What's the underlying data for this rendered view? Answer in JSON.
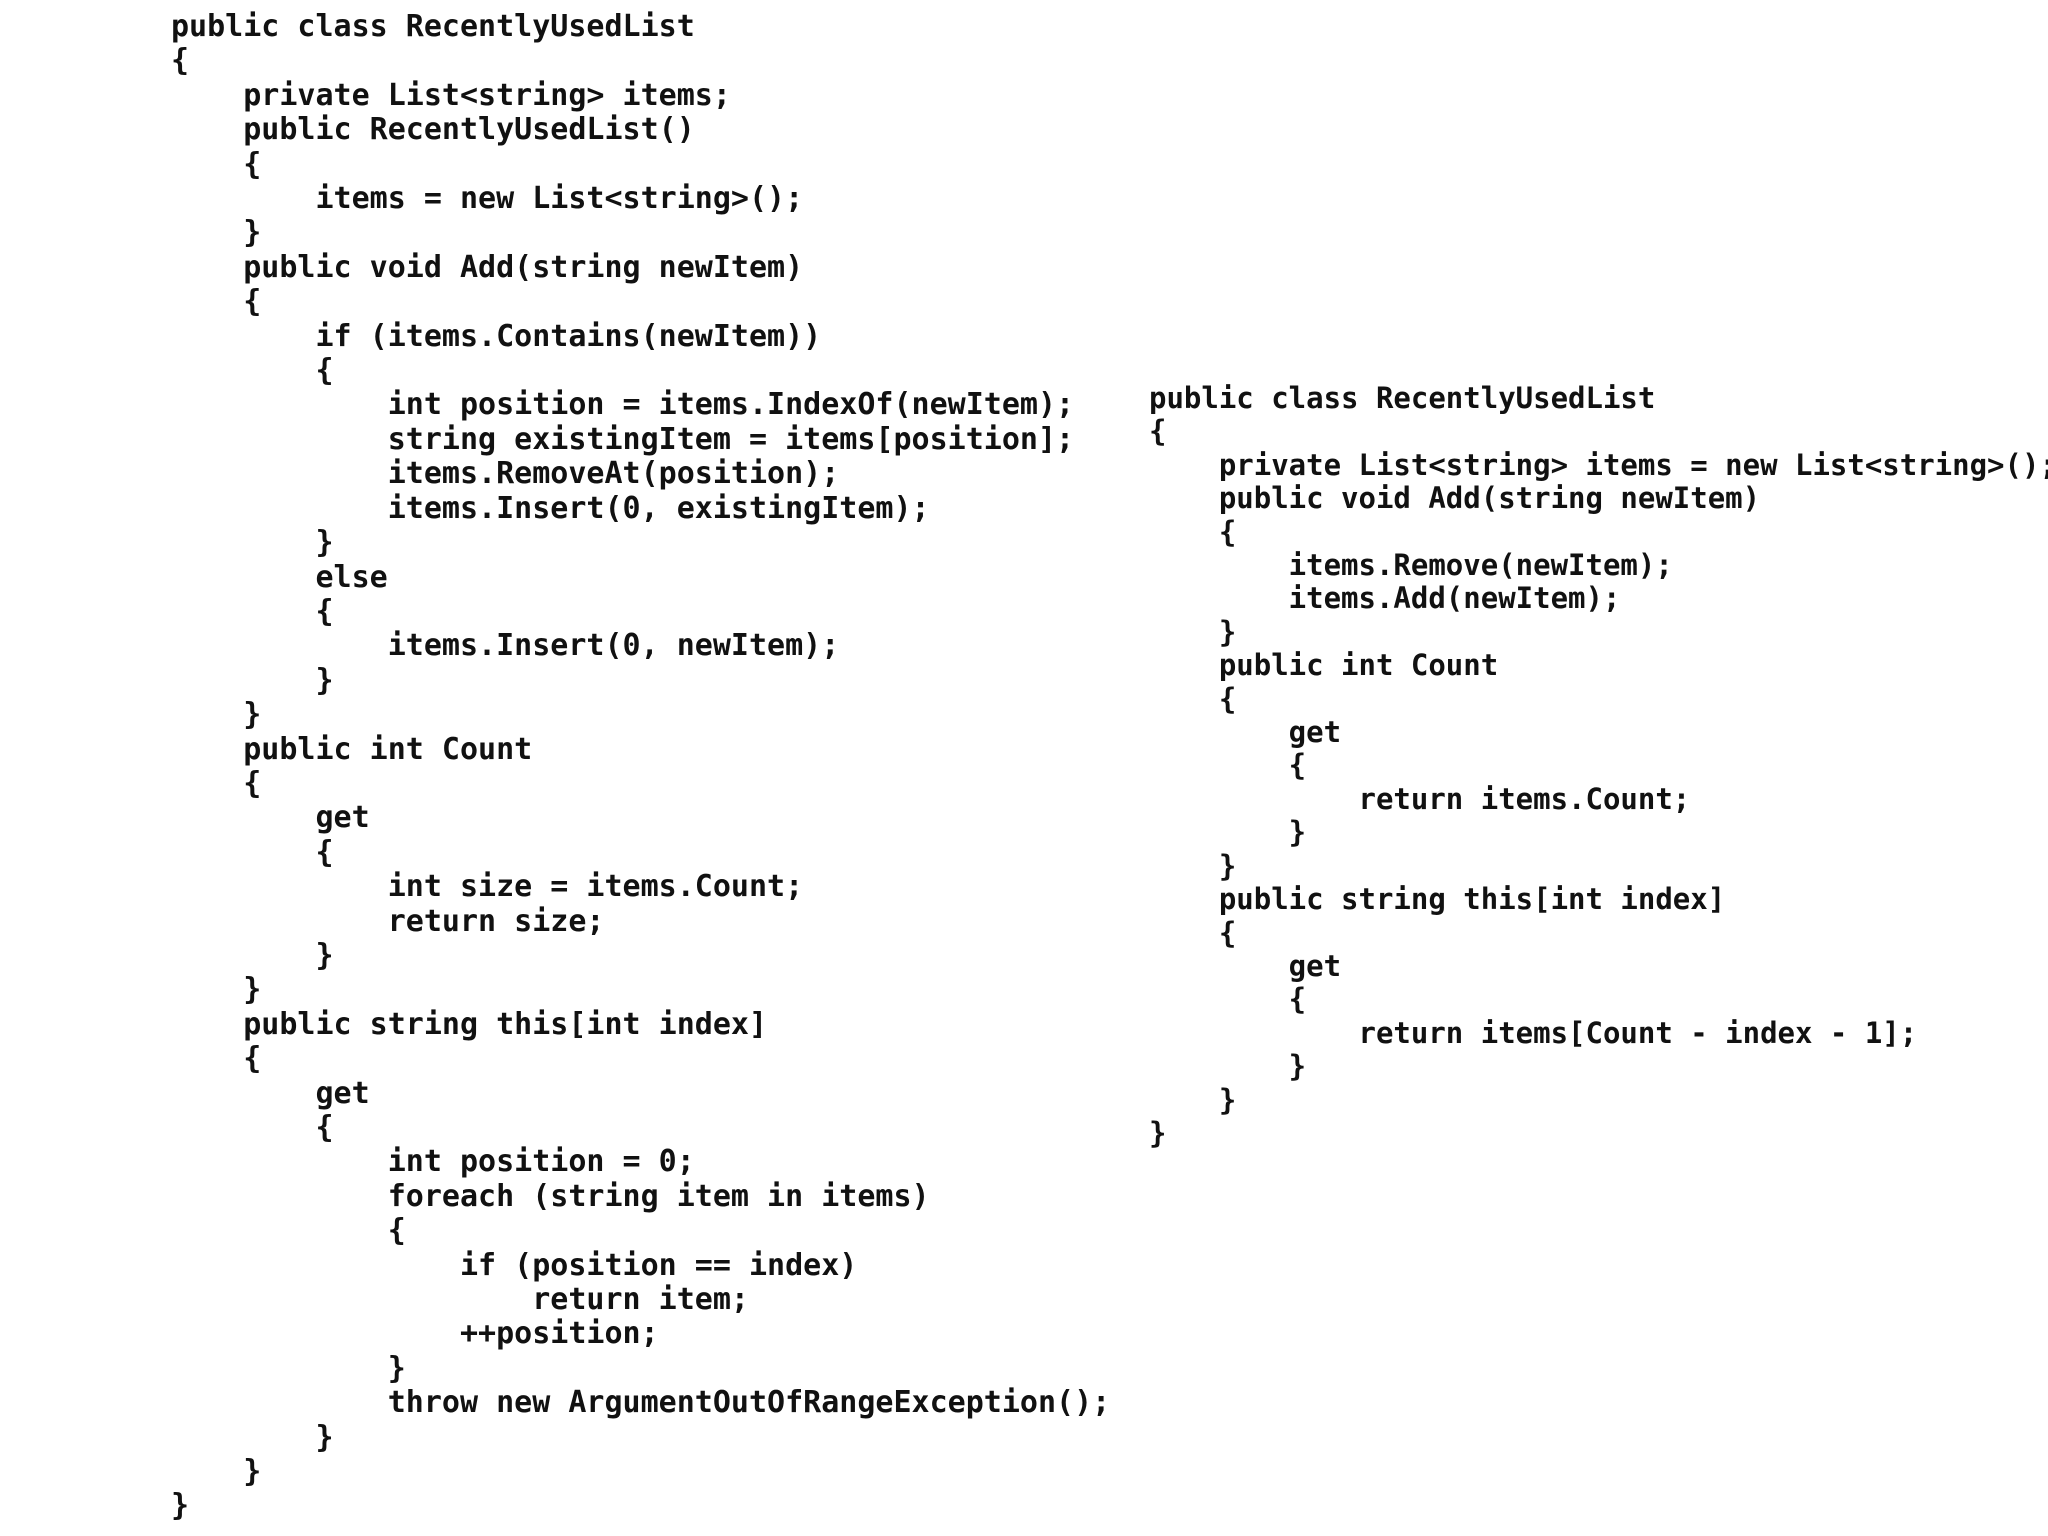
{
  "listings": {
    "original": {
      "lines": [
        "public class RecentlyUsedList",
        "{",
        "    private List<string> items;",
        "    public RecentlyUsedList()",
        "    {",
        "        items = new List<string>();",
        "    }",
        "    public void Add(string newItem)",
        "    {",
        "        if (items.Contains(newItem))",
        "        {",
        "            int position = items.IndexOf(newItem);",
        "            string existingItem = items[position];",
        "            items.RemoveAt(position);",
        "            items.Insert(0, existingItem);",
        "        }",
        "        else",
        "        {",
        "            items.Insert(0, newItem);",
        "        }",
        "    }",
        "    public int Count",
        "    {",
        "        get",
        "        {",
        "            int size = items.Count;",
        "            return size;",
        "        }",
        "    }",
        "    public string this[int index]",
        "    {",
        "        get",
        "        {",
        "            int position = 0;",
        "            foreach (string item in items)",
        "            {",
        "                if (position == index)",
        "                    return item;",
        "                ++position;",
        "            }",
        "            throw new ArgumentOutOfRangeException();",
        "        }",
        "    }",
        "}"
      ]
    },
    "refactored": {
      "lines": [
        "public class RecentlyUsedList",
        "{",
        "    private List<string> items = new List<string>();",
        "    public void Add(string newItem)",
        "    {",
        "        items.Remove(newItem);",
        "        items.Add(newItem);",
        "    }",
        "    public int Count",
        "    {",
        "        get",
        "        {",
        "            return items.Count;",
        "        }",
        "    }",
        "    public string this[int index]",
        "    {",
        "        get",
        "        {",
        "            return items[Count - index - 1];",
        "        }",
        "    }",
        "}"
      ]
    }
  }
}
